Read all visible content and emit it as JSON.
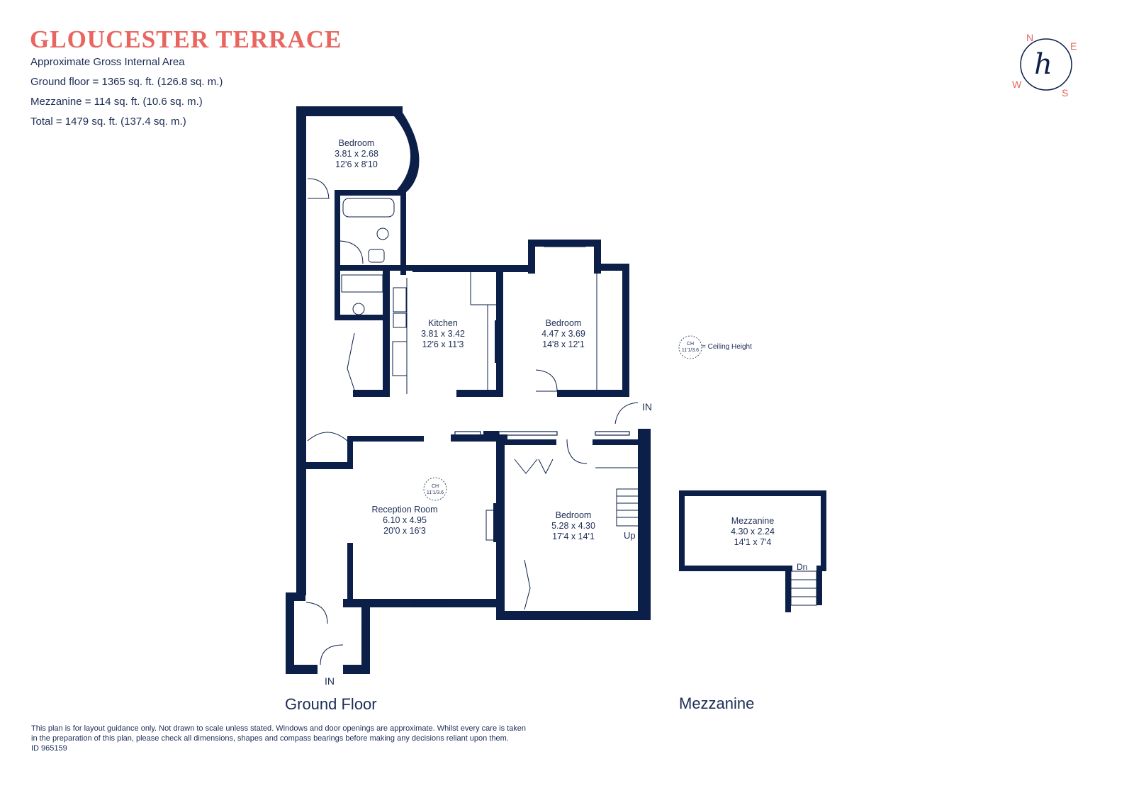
{
  "header": {
    "title": "GLOUCESTER TERRACE",
    "area_heading": "Approximate Gross Internal Area",
    "ground_floor": "Ground floor = 1365 sq. ft. (126.8 sq. m.)",
    "mezzanine": "Mezzanine  = 114 sq. ft. (10.6 sq. m.)",
    "total": "Total =  1479 sq. ft. (137.4 sq. m.)"
  },
  "compass": {
    "n": "N",
    "e": "E",
    "s": "S",
    "w": "W",
    "logo_letter": "h"
  },
  "rooms": {
    "bedroom_top": {
      "name": "Bedroom",
      "metric": "3.81 x 2.68",
      "imperial": "12'6 x 8'10"
    },
    "kitchen": {
      "name": "Kitchen",
      "metric": "3.81 x 3.42",
      "imperial": "12'6 x 11'3"
    },
    "bedroom_mid": {
      "name": "Bedroom",
      "metric": "4.47 x 3.69",
      "imperial": "14'8 x 12'1"
    },
    "reception": {
      "name": "Reception Room",
      "metric": "6.10 x 4.95",
      "imperial": "20'0 x 16'3"
    },
    "bedroom_low": {
      "name": "Bedroom",
      "metric": "5.28 x 4.30",
      "imperial": "17'4 x 14'1"
    },
    "mezzanine": {
      "name": "Mezzanine",
      "metric": "4.30 x 2.24",
      "imperial": "14'1 x 7'4"
    }
  },
  "markers": {
    "in_right": "IN",
    "in_bottom": "IN",
    "up": "Up",
    "dn": "Dn",
    "ch_abbrev": "CH",
    "ch_value": "11'1/3.6",
    "ch_legend": "= Ceiling Height"
  },
  "floor_labels": {
    "ground": "Ground Floor",
    "mezzanine": "Mezzanine"
  },
  "disclaimer": {
    "line1": "This plan is for layout guidance only. Not drawn to scale unless stated. Windows and door openings are approximate. Whilst every care is taken",
    "line2": "in the preparation of this plan, please check all dimensions, shapes and compass bearings before making any decisions reliant upon them.",
    "id": "ID 965159"
  },
  "colors": {
    "wall": "#0b1f48",
    "title": "#e8665f",
    "text": "#1c2c55"
  }
}
